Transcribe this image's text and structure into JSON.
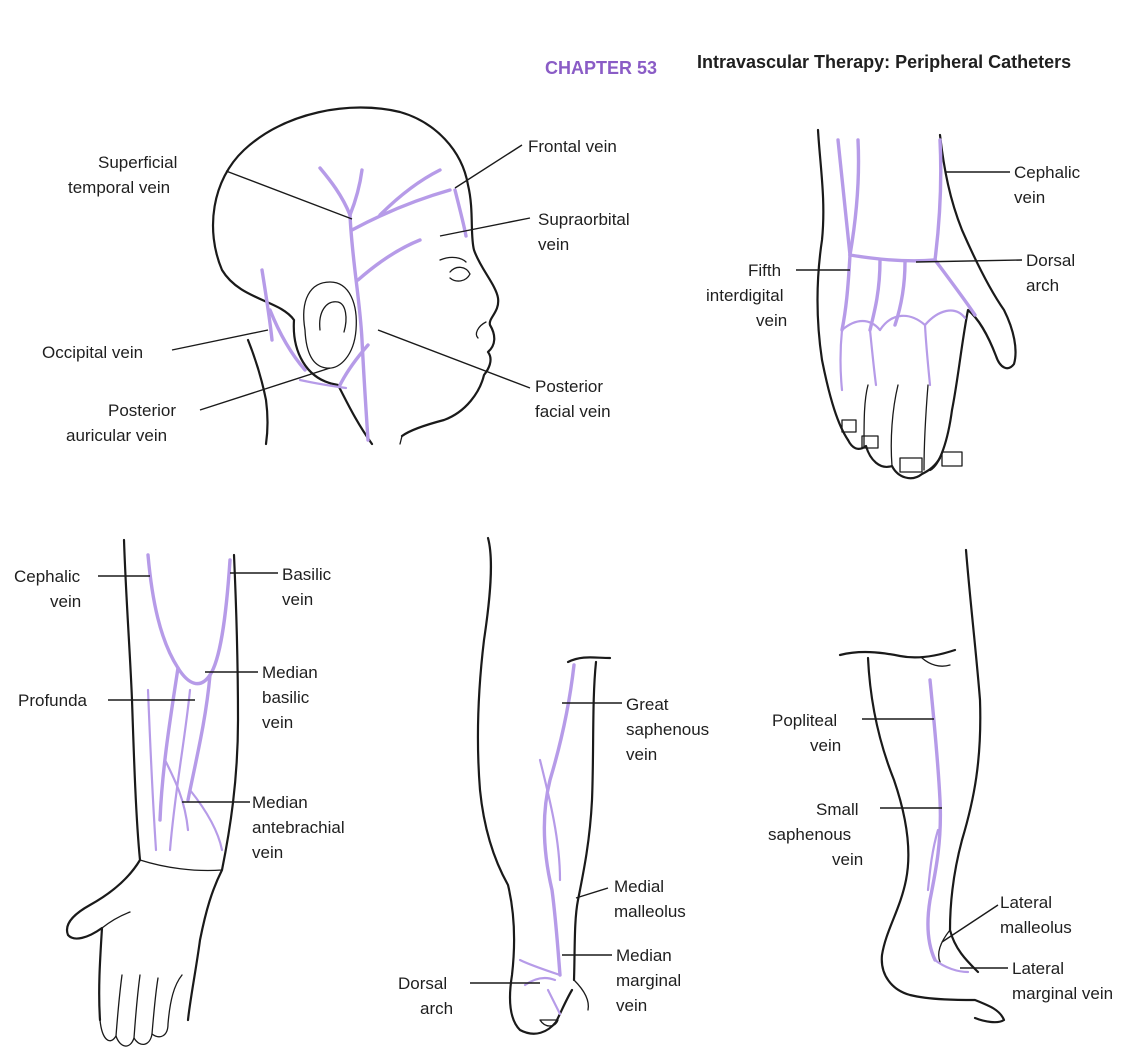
{
  "header": {
    "chapter": "CHAPTER 53",
    "title": "Intravascular Therapy: Peripheral Catheters"
  },
  "colors": {
    "vein": "#b69be8",
    "chapter": "#8a5cc6",
    "outline": "#1a1a1a"
  },
  "head": {
    "superficial_temporal": [
      "Superficial",
      "temporal vein"
    ],
    "frontal": [
      "Frontal vein"
    ],
    "supraorbital": [
      "Supraorbital",
      "vein"
    ],
    "occipital": [
      "Occipital vein"
    ],
    "posterior_auricular": [
      "Posterior",
      "auricular vein"
    ],
    "posterior_facial": [
      "Posterior",
      "facial vein"
    ]
  },
  "hand": {
    "cephalic": [
      "Cephalic",
      "vein"
    ],
    "dorsal_arch": [
      "Dorsal",
      "arch"
    ],
    "fifth_interdigital": [
      "Fifth",
      "interdigital",
      "vein"
    ]
  },
  "forearm": {
    "cephalic": [
      "Cephalic",
      "vein"
    ],
    "basilic": [
      "Basilic",
      "vein"
    ],
    "profunda": [
      "Profunda"
    ],
    "median_basilic": [
      "Median",
      "basilic",
      "vein"
    ],
    "median_antebrachial": [
      "Median",
      "antebrachial",
      "vein"
    ]
  },
  "leg_medial": {
    "great_saphenous": [
      "Great",
      "saphenous",
      "vein"
    ],
    "medial_malleolus": [
      "Medial",
      "malleolus"
    ],
    "median_marginal": [
      "Median",
      "marginal",
      "vein"
    ],
    "dorsal_arch": [
      "Dorsal",
      "arch"
    ]
  },
  "leg_posterior": {
    "popliteal": [
      "Popliteal",
      "vein"
    ],
    "small_saphenous": [
      "Small",
      "saphenous",
      "vein"
    ],
    "lateral_malleolus": [
      "Lateral",
      "malleolus"
    ],
    "lateral_marginal": [
      "Lateral",
      "marginal vein"
    ]
  }
}
